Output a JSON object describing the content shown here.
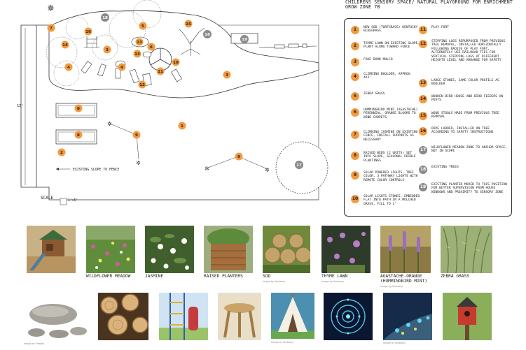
{
  "title": "Childrens Sensory Space/ Natural Playground for Enrichment Grow Zone 7B",
  "plan": {
    "scale_label": "Scale",
    "scale_value": "1'=5'",
    "dimension_label": "15'",
    "slope_note": "Existing slope to fence"
  },
  "colors": {
    "marker": "#f39a3d",
    "existing": "#8a8a8a",
    "line": "#333333"
  },
  "legend": [
    {
      "num": "1",
      "text": "New sod (turfgrass) Kentucky bluegrass",
      "style": "new"
    },
    {
      "num": "2",
      "text": "Thyme lawn on existing slope, plant along toward fence",
      "style": "new"
    },
    {
      "num": "3",
      "text": "Fake bark mulch",
      "style": "new"
    },
    {
      "num": "4",
      "text": "Climbing boulder, approx. 4x3'",
      "style": "new"
    },
    {
      "num": "5",
      "text": "Zebra grass",
      "style": "new"
    },
    {
      "num": "6",
      "text": "Hummingbird mint (Agastache) perennial, orange blooms to wind carpets",
      "style": "new"
    },
    {
      "num": "7",
      "text": "Climbing Jasmine on existing fence, install supports as necessary",
      "style": "new"
    },
    {
      "num": "8",
      "text": "Raised beds (2 units) set into slope, seasonal edible plantings",
      "style": "new"
    },
    {
      "num": "9",
      "text": "Solar powered lights, tree color, 3 pathway lights with remote color controls",
      "style": "new"
    },
    {
      "num": "10",
      "text": "Solar lights stones, embedded flat into path in a mulched grass, fill to 1\"",
      "style": "new"
    },
    {
      "num": "11",
      "text": "Play fort",
      "style": "new"
    },
    {
      "num": "12",
      "text": "Stepping logs repurposed from previous tree removal, installed horizontally following radius of play fort, alternately use railroad ties for vertical stepping logs at different heights level and arrange for safety",
      "style": "new"
    },
    {
      "num": "13",
      "text": "Large stones, same color profile as boulder",
      "style": "new"
    },
    {
      "num": "14",
      "text": "Wooden bird house and bird feeders on posts",
      "style": "new"
    },
    {
      "num": "15",
      "text": "Wood stools made from previous tree removal",
      "style": "new"
    },
    {
      "num": "16",
      "text": "Rope ladder, installed on tree according to safety instructions",
      "style": "new"
    },
    {
      "num": "17",
      "text": "Wildflower meadow zone to anchor space, not in scope",
      "style": "existing"
    },
    {
      "num": "18",
      "text": "Existing trees",
      "style": "existing"
    },
    {
      "num": "19",
      "text": "Existing planter moved to this position for better supervision from house windows and proximity to sensory zone",
      "style": "existing"
    }
  ],
  "photos_row1": [
    {
      "name": "play-fort",
      "caption": "",
      "credit": ""
    },
    {
      "name": "wildflower-meadow",
      "caption": "Wildflower meadow",
      "credit": ""
    },
    {
      "name": "jasmine",
      "caption": "Jasmine",
      "credit": ""
    },
    {
      "name": "raised-planters",
      "caption": "Raised planters",
      "credit": ""
    },
    {
      "name": "sod",
      "caption": "Sod",
      "credit": "image by Vecteezy"
    },
    {
      "name": "thyme-lawn",
      "caption": "Thyme lawn",
      "credit": "image by Vecteezy"
    },
    {
      "name": "agastache",
      "caption": "Agastache-Orange (Hummingbird mint)",
      "credit": "image by Vecteezy"
    },
    {
      "name": "zebra-grass",
      "caption": "Zebra grass",
      "credit": ""
    }
  ],
  "photos_row2": [
    {
      "name": "stones",
      "credit": "image by Freepik"
    },
    {
      "name": "logs",
      "credit": ""
    },
    {
      "name": "rope-ladder",
      "credit": ""
    },
    {
      "name": "stool",
      "credit": ""
    },
    {
      "name": "teepee",
      "credit": "image by Vecteezy"
    },
    {
      "name": "light-stones",
      "credit": ""
    },
    {
      "name": "path-lights",
      "credit": "image by Vecteezy"
    },
    {
      "name": "birdhouse",
      "credit": ""
    }
  ]
}
